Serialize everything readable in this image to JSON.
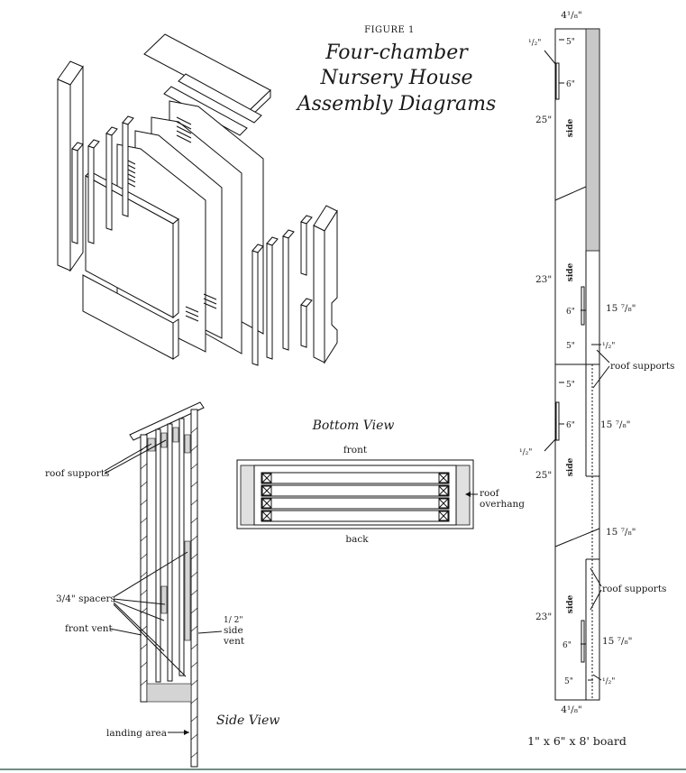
{
  "header": {
    "figure": "FIGURE 1",
    "title_lines": [
      "Four-chamber",
      "Nursery House",
      "Assembly Diagrams"
    ]
  },
  "bottom_view": {
    "title": "Bottom View",
    "front": "front",
    "back": "back",
    "roof_overhang": [
      "roof",
      "overhang"
    ]
  },
  "side_view": {
    "title": "Side View",
    "roof_supports": "roof supports",
    "spacers": "3/4\" spacers",
    "front_vent": "front vent",
    "side_vent": [
      "1/ 2\"",
      "side",
      "vent"
    ],
    "landing_area": "landing area"
  },
  "board": {
    "caption": "1\" x 6\" x 8' board",
    "width_top": "4¹/₈\"",
    "width_bottom": "4¹/₈\"",
    "side": "side",
    "half": "¹/₂\"",
    "half_b": "¹/₂\"",
    "five": "5\"",
    "six": "6\"",
    "len25": "25\"",
    "len23": "23\"",
    "len15": "15 ⁷/₈\"",
    "roof_supports": "roof supports"
  },
  "colors": {
    "line": "#111111",
    "shade": "#cfcfcf",
    "background": "#ffffff"
  }
}
